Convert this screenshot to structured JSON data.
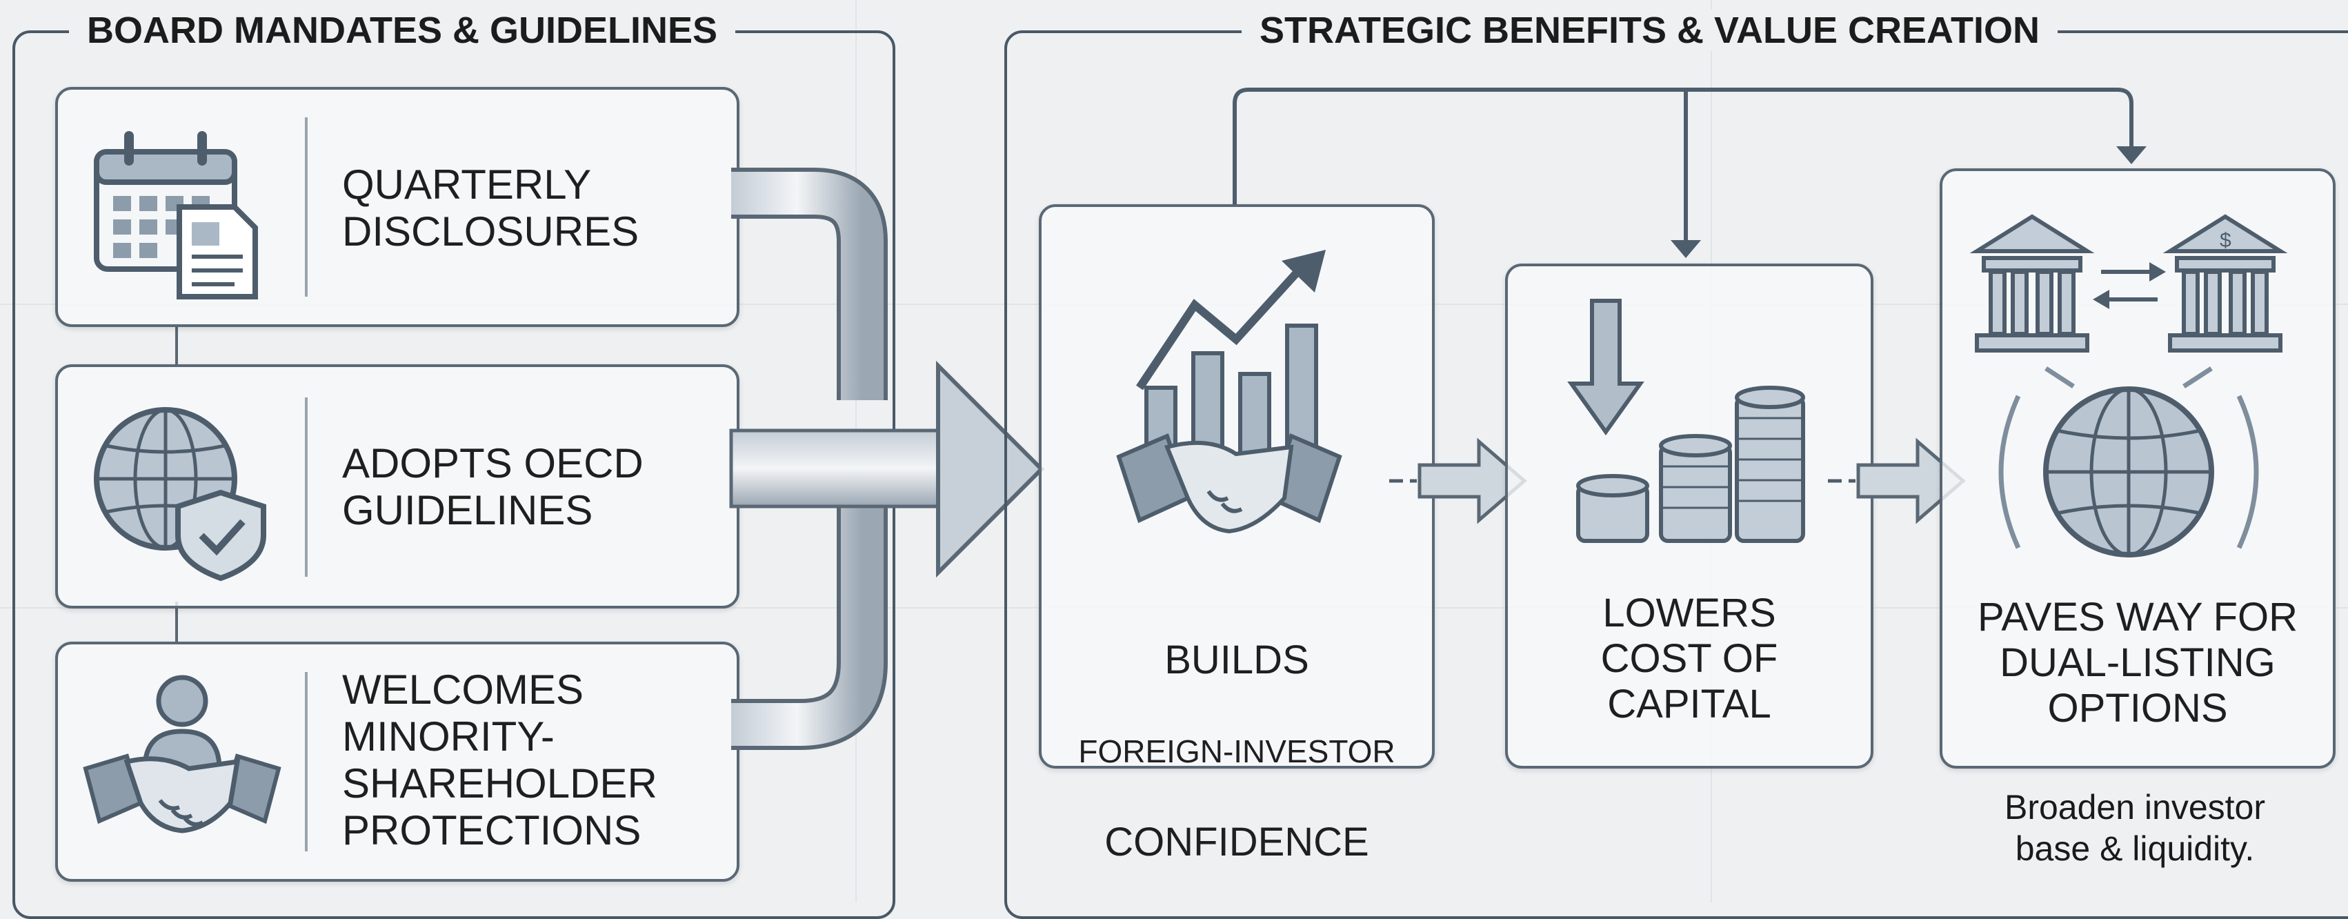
{
  "left_group": {
    "title": "BOARD MANDATES & GUIDELINES",
    "items": [
      {
        "label": "QUARTERLY\nDISCLOSURES",
        "icon": "calendar-document-icon"
      },
      {
        "label": "ADOPTS OECD\nGUIDELINES",
        "icon": "globe-shield-icon"
      },
      {
        "label": "WELCOMES\nMINORITY-\nSHAREHOLDER\nPROTECTIONS",
        "icon": "handshake-person-icon"
      }
    ]
  },
  "right_group": {
    "title": "STRATEGIC BENEFITS & VALUE CREATION",
    "benefits": [
      {
        "line1": "BUILDS",
        "line2": "FOREIGN-INVESTOR",
        "line3": "CONFIDENCE",
        "icon": "handshake-growth-chart-icon"
      },
      {
        "label": "LOWERS\nCOST OF\nCAPITAL",
        "icon": "coins-down-arrow-icon"
      },
      {
        "label": "PAVES WAY FOR\nDUAL-LISTING\nOPTIONS",
        "icon": "banks-globe-icon"
      }
    ],
    "note": "Broaden investor\nbase & liquidity."
  },
  "colors": {
    "frame": "#4a5866",
    "icon_fill": "#aab8c6",
    "icon_dark": "#4e5d6c",
    "background": "#eef0f2"
  }
}
